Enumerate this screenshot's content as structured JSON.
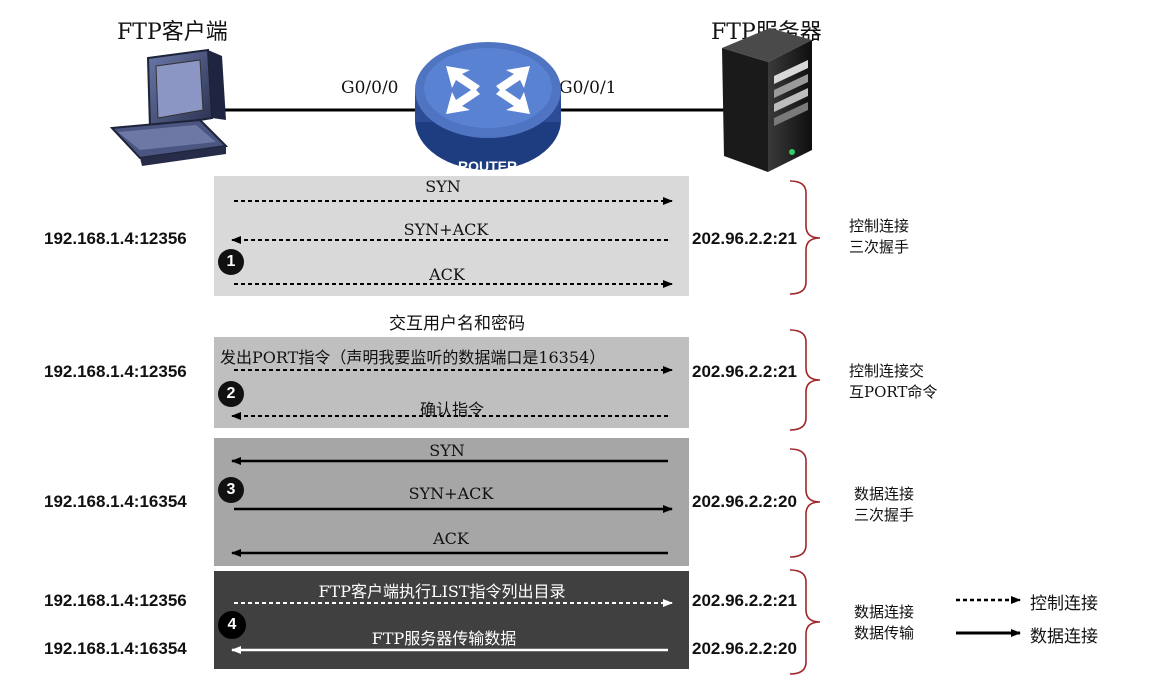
{
  "header": {
    "client_label": "FTP客户端",
    "server_label": "FTP服务器",
    "router_text": "ROUTER",
    "port_left": "G0/0/0",
    "port_right": "G0/0/1"
  },
  "phase1": {
    "client_addr": "192.168.1.4:12356",
    "server_addr": "202.96.2.2:21",
    "step": "1",
    "msg_syn": "SYN",
    "msg_synack": "SYN+ACK",
    "msg_ack": "ACK",
    "brace_line1": "控制连接",
    "brace_line2": "三次握手"
  },
  "interlude": "交互用户名和密码",
  "phase2": {
    "client_addr": "192.168.1.4:12356",
    "server_addr": "202.96.2.2:21",
    "step": "2",
    "msg_port": "发出PORT指令（声明我要监听的数据端口是16354）",
    "msg_confirm": "确认指令",
    "brace_line1": "控制连接交",
    "brace_line2": "互PORT命令"
  },
  "phase3": {
    "client_addr": "192.168.1.4:16354",
    "server_addr": "202.96.2.2:20",
    "step": "3",
    "msg_syn": "SYN",
    "msg_synack": "SYN+ACK",
    "msg_ack": "ACK",
    "brace_line1": "数据连接",
    "brace_line2": "三次握手"
  },
  "phase4": {
    "client_addr1": "192.168.1.4:12356",
    "server_addr1": "202.96.2.2:21",
    "client_addr2": "192.168.1.4:16354",
    "server_addr2": "202.96.2.2:20",
    "step": "4",
    "msg_list": "FTP客户端执行LIST指令列出目录",
    "msg_transfer": "FTP服务器传输数据",
    "brace_line1": "数据连接",
    "brace_line2": "数据传输"
  },
  "legend": {
    "control": "控制连接",
    "data": "数据连接"
  },
  "colors": {
    "panel1": "#d9d9d9",
    "panel2": "#bfbfbf",
    "panel3": "#a6a6a6",
    "panel4": "#404040",
    "brace": "#a0282c",
    "router": "#3b62b0"
  }
}
